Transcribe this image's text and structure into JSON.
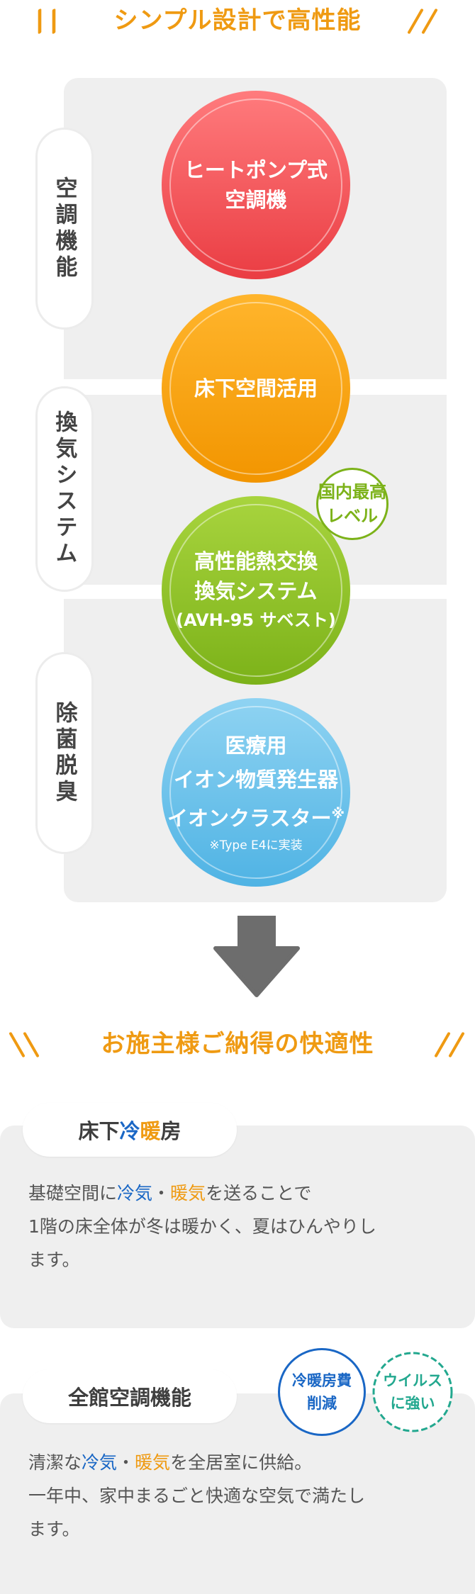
{
  "heading_top": {
    "text": "シンプル設計で高性能"
  },
  "heading_bottom": {
    "text": "お施主様ご納得の快適性"
  },
  "side_labels": [
    {
      "text": "空調機能"
    },
    {
      "text": "換気システム"
    },
    {
      "text": "除菌脱臭"
    }
  ],
  "circles": {
    "heat_pump": {
      "line1": "ヒートポンプ式",
      "line2": "空調機",
      "color_top": "#ff7b7d",
      "color_bottom": "#ea3d43"
    },
    "underfloor": {
      "line1": "床下空間活用",
      "color_top": "#ffb52c",
      "color_bottom": "#f29500"
    },
    "ventilation": {
      "line1": "高性能熱交換",
      "line2": "換気システム",
      "line3": "(AVH-95 サベスト)",
      "color_top": "#a8d43e",
      "color_bottom": "#7cb219"
    },
    "ion": {
      "line1": "医療用",
      "line2": "イオン物質発生器",
      "line3": "イオンクラスター",
      "mark": "※",
      "note": "※Type E4に実装",
      "color_top": "#8fd3f2",
      "color_bottom": "#4fb3e4"
    }
  },
  "badges": {
    "domestic": {
      "line1": "国内最高",
      "line2": "レベル",
      "color": "#7cb219"
    },
    "cost": {
      "line1": "冷暖房費",
      "line2": "削減",
      "color": "#1a67c5"
    },
    "virus": {
      "line1": "ウイルス",
      "line2": "に強い",
      "color": "#23a88f"
    }
  },
  "cards": {
    "underfloor": {
      "title_part1": "床下",
      "title_part2": "冷",
      "title_part3": "暖",
      "title_part4": "房",
      "body": {
        "t1": "基礎空間に",
        "cool": "冷気",
        "dot": "・",
        "warm": "暖気",
        "t2": "を送ることで",
        "line2": "1階の床全体が冬は暖かく、夏はひんやりし",
        "line3": "ます。"
      }
    },
    "whole_house": {
      "title": "全館空調機能",
      "body": {
        "t1": "清潔な",
        "cool": "冷気",
        "dot": "・",
        "warm": "暖気",
        "t2": "を全居室に供給。",
        "line2": "一年中、家中まるごと快適な空気で満たし",
        "line3": "ます。"
      }
    }
  },
  "colors": {
    "accent_orange": "#ef9a12",
    "accent_blue": "#1a67c5",
    "panel_grey": "#efefef",
    "arrow_grey": "#6d6d6d"
  }
}
